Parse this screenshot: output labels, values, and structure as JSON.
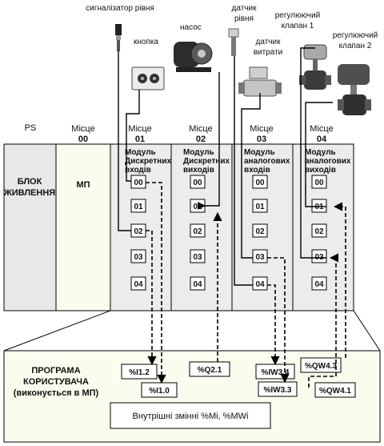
{
  "devices": {
    "level_switch": "сигналізатор рівня",
    "button": "кнопка",
    "pump": "насос",
    "level_sensor_line1": "датчик",
    "level_sensor_line2": "рівня",
    "flow_sensor_line1": "датчик",
    "flow_sensor_line2": "витрати",
    "valve1_line1": "регулюючий",
    "valve1_line2": "клапан 1",
    "valve2_line1": "регулюючий",
    "valve2_line2": "клапан 2"
  },
  "rack": {
    "ps_label": "PS",
    "slots": [
      {
        "line1": "Місце",
        "line2": "00",
        "name_lines": [
          "МП"
        ]
      },
      {
        "line1": "Місце",
        "line2": "01",
        "name_lines": [
          "Модуль",
          "Дискретних",
          "входів"
        ]
      },
      {
        "line1": "Місце",
        "line2": "02",
        "name_lines": [
          "Модуль",
          "Дискретних",
          "виходів"
        ]
      },
      {
        "line1": "Місце",
        "line2": "03",
        "name_lines": [
          "Модуль",
          "аналогових",
          "входів"
        ]
      },
      {
        "line1": "Місце",
        "line2": "04",
        "name_lines": [
          "Модуль",
          "аналогових",
          "виходів"
        ]
      }
    ],
    "power_label_lines": [
      "БЛОК",
      "ЖИВЛЕННЯ"
    ],
    "channels": [
      "00",
      "01",
      "02",
      "03",
      "04"
    ]
  },
  "program": {
    "title_lines": [
      "ПРОГРАМА",
      "КОРИСТУВАЧА",
      "(виконується в МП)"
    ],
    "internal_vars": "Внутрішні змінні %Mi, %MWi",
    "vars": [
      "%I1.2",
      "%I1.0",
      "%Q2.1",
      "%IW3.4",
      "%IW3.3",
      "%QW4.3",
      "%QW4.1"
    ]
  },
  "colors": {
    "power_fill": "#e8e8e8",
    "cpu_fill": "#fbfbee",
    "module_fill": "#ececec",
    "line": "#000000"
  }
}
